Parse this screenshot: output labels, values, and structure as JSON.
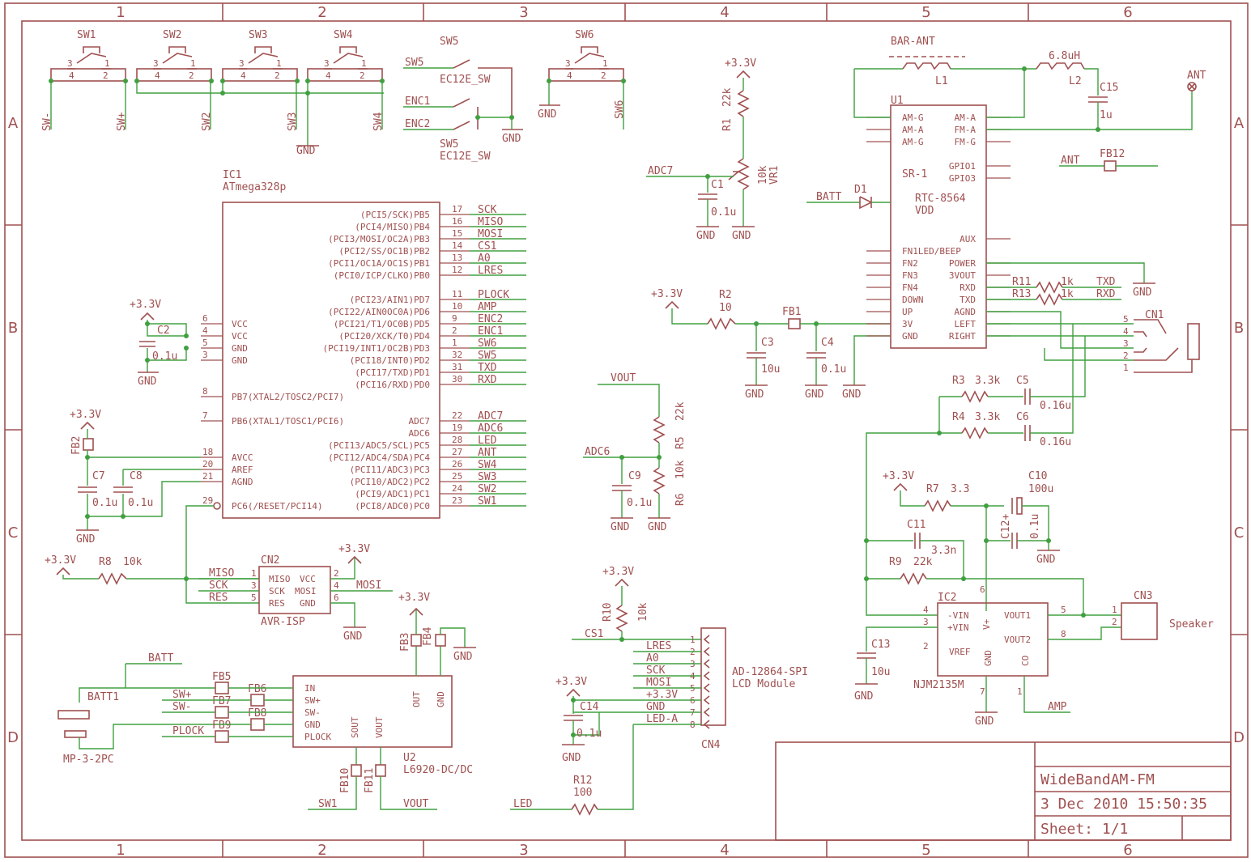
{
  "title_block": {
    "name": "WideBandAM-FM",
    "date": "3 Dec 2010 15:50:35",
    "sheet": "Sheet: 1/1"
  },
  "zones": {
    "cols": [
      "1",
      "2",
      "3",
      "4",
      "5",
      "6"
    ],
    "rows": [
      "A",
      "B",
      "C",
      "D"
    ]
  },
  "switches": [
    {
      "ref": "SW1",
      "net_l": "SW-",
      "net_r": "SW+"
    },
    {
      "ref": "SW2",
      "net_l": "",
      "net_r": "SW2"
    },
    {
      "ref": "SW3",
      "net_l": "",
      "net_r": "SW3"
    },
    {
      "ref": "SW4",
      "net_l": "",
      "net_r": "SW4"
    },
    {
      "ref": "SW6",
      "net_l": "GND",
      "net_r": "SW6"
    }
  ],
  "encoder": {
    "ref_top": "SW5",
    "value_top": "EC12E_SW",
    "ref_bot": "SW5",
    "value_bot": "EC12E_SW",
    "nets": [
      "SW5",
      "ENC1",
      "ENC2",
      "GND"
    ]
  },
  "ic1": {
    "ref": "IC1",
    "value": "ATmega328p",
    "left_pins": [
      {
        "num": "6",
        "name": "VCC"
      },
      {
        "num": "4",
        "name": "VCC"
      },
      {
        "num": "5",
        "name": "GND"
      },
      {
        "num": "3",
        "name": "GND"
      },
      {
        "num": "8",
        "name": "PB7(XTAL2/TOSC2/PCI7)"
      },
      {
        "num": "7",
        "name": "PB6(XTAL1/TOSC1/PCI6)"
      },
      {
        "num": "18",
        "name": "AVCC"
      },
      {
        "num": "20",
        "name": "AREF"
      },
      {
        "num": "21",
        "name": "AGND"
      },
      {
        "num": "29",
        "name": "PC6(/RESET/PCI14)"
      }
    ],
    "right_pins": [
      {
        "num": "17",
        "name": "(PCI5/SCK)PB5",
        "net": "SCK"
      },
      {
        "num": "16",
        "name": "(PCI4/MISO)PB4",
        "net": "MISO"
      },
      {
        "num": "15",
        "name": "(PCI3/MOSI/OC2A)PB3",
        "net": "MOSI"
      },
      {
        "num": "14",
        "name": "(PCI2/SS/OC1B)PB2",
        "net": "CS1"
      },
      {
        "num": "13",
        "name": "(PCI1/OC1A/OC1S)PB1",
        "net": "A0"
      },
      {
        "num": "12",
        "name": "(PCI0/ICP/CLKO)PB0",
        "net": "LRES"
      },
      {
        "num": "11",
        "name": "(PCI23/AIN1)PD7",
        "net": "PLOCK"
      },
      {
        "num": "10",
        "name": "(PCI22/AIN0OC0A)PD6",
        "net": "AMP"
      },
      {
        "num": "9",
        "name": "(PCI21/T1/OC0B)PD5",
        "net": "ENC2"
      },
      {
        "num": "2",
        "name": "(PCI20/XCK/T0)PD4",
        "net": "ENC1"
      },
      {
        "num": "1",
        "name": "(PCI19/INT1/OC2B)PD3",
        "net": "SW6"
      },
      {
        "num": "32",
        "name": "(PCI18/INT0)PD2",
        "net": "SW5"
      },
      {
        "num": "31",
        "name": "(PCI17/TXD)PD1",
        "net": "TXD"
      },
      {
        "num": "30",
        "name": "(PCI16/RXD)PD0",
        "net": "RXD"
      },
      {
        "num": "22",
        "name": "ADC7",
        "net": "ADC7"
      },
      {
        "num": "19",
        "name": "ADC6",
        "net": "ADC6"
      },
      {
        "num": "28",
        "name": "(PCI13/ADC5/SCL)PC5",
        "net": "LED"
      },
      {
        "num": "27",
        "name": "(PCI12/ADC4/SDA)PC4",
        "net": "ANT"
      },
      {
        "num": "26",
        "name": "(PCI11/ADC3)PC3",
        "net": "SW4"
      },
      {
        "num": "25",
        "name": "(PCI10/ADC2)PC2",
        "net": "SW3"
      },
      {
        "num": "24",
        "name": "(PCI9/ADC1)PC1",
        "net": "SW2"
      },
      {
        "num": "23",
        "name": "(PCI8/ADC0)PC0",
        "net": "SW1"
      }
    ]
  },
  "u1": {
    "ref": "U1",
    "value": "SR-1",
    "sub": "RTC-8564",
    "sub2": "VDD",
    "left_pins": [
      "AM-G",
      "AM-A",
      "AM-G",
      "FN1LED/BEEP",
      "FN2",
      "FN3",
      "FN4",
      "DOWN",
      "UP",
      "3V",
      "GND"
    ],
    "right_pins": [
      "AM-A",
      "FM-A",
      "FM-G",
      "GPIO1",
      "GPIO3",
      "AUX",
      "POWER",
      "3VOUT",
      "RXD",
      "TXD",
      "AGND",
      "LEFT",
      "RIGHT"
    ]
  },
  "labels": {
    "bar_ant": "BAR-ANT",
    "l1": "L1",
    "l2_val": "6.8uH",
    "l2": "L2",
    "c15": "C15",
    "c15_val": "1u",
    "ant": "ANT",
    "fb12": "FB12",
    "d1": "D1",
    "batt": "BATT",
    "txd": "TXD",
    "rxd": "RXD",
    "r11": "R11",
    "r13": "R13",
    "r11_val": "1k",
    "r13_val": "1k",
    "cn1": "CN1",
    "p33": "+3.3V",
    "r1": "R1",
    "r1_val": "22k",
    "vr1": "VR1",
    "vr1_val": "10k",
    "adc7": "ADC7",
    "c1": "C1",
    "c1_val": "0.1u",
    "r2": "R2",
    "r2_val": "10",
    "fb1": "FB1",
    "c3": "C3",
    "c3_val": "10u",
    "c4": "C4",
    "c4_val": "0.1u",
    "c2": "C2",
    "c2_val": "0.1u",
    "fb2": "FB2",
    "c7": "C7",
    "c7_val": "0.1u",
    "c8": "C8",
    "c8_val": "0.1u",
    "vout": "VOUT",
    "r5": "R5",
    "r5_val": "22k",
    "r6": "R6",
    "r6_val": "10k",
    "adc6": "ADC6",
    "c9": "C9",
    "c9_val": "0.1u",
    "r3": "R3",
    "r3_val": "3.3k",
    "r4": "R4",
    "r4_val": "3.3k",
    "c5": "C5",
    "c5_val": "0.16u",
    "c6": "C6",
    "c6_val": "0.16u",
    "r7": "R7",
    "r7_val": "3.3",
    "c10": "C10",
    "c10_val": "100u",
    "c11": "C11",
    "c11_val": "3.3n",
    "c12": "C12+",
    "c12_val": "0.1u",
    "r9": "R9",
    "r9_val": "22k",
    "ic2": "IC2",
    "ic2_val": "NJM2135M",
    "c13": "C13",
    "c13_val": "10u",
    "cn3": "CN3",
    "speaker": "Speaker",
    "amp": "AMP",
    "r8": "R8",
    "r8_val": "10k",
    "cn2": "CN2",
    "avr_isp": "AVR-ISP",
    "miso": "MISO",
    "sck": "SCK",
    "res": "RES",
    "mosi": "MOSI",
    "r10": "R10",
    "r10_val": "10k",
    "cs1": "CS1",
    "lres": "LRES",
    "a0": "A0",
    "gnd": "GND",
    "led_a": "LED-A",
    "cn4": "CN4",
    "lcd1": "AD-12864-SPI",
    "lcd2": "LCD Module",
    "c14": "C14",
    "c14_val": "0.1u",
    "r12": "R12",
    "r12_val": "100",
    "led": "LED",
    "batt1": "BATT1",
    "mp": "MP-3-2PC",
    "fb3": "FB3",
    "fb4": "FB4",
    "fb5": "FB5",
    "fb6": "FB6",
    "fb7": "FB7",
    "fb8": "FB8",
    "fb9": "FB9",
    "fb10": "FB10",
    "fb11": "FB11",
    "u2": "U2",
    "u2_val": "L6920-DC/DC",
    "sw1": "SW1",
    "swp": "SW+",
    "swm": "SW-",
    "plock": "PLOCK"
  }
}
